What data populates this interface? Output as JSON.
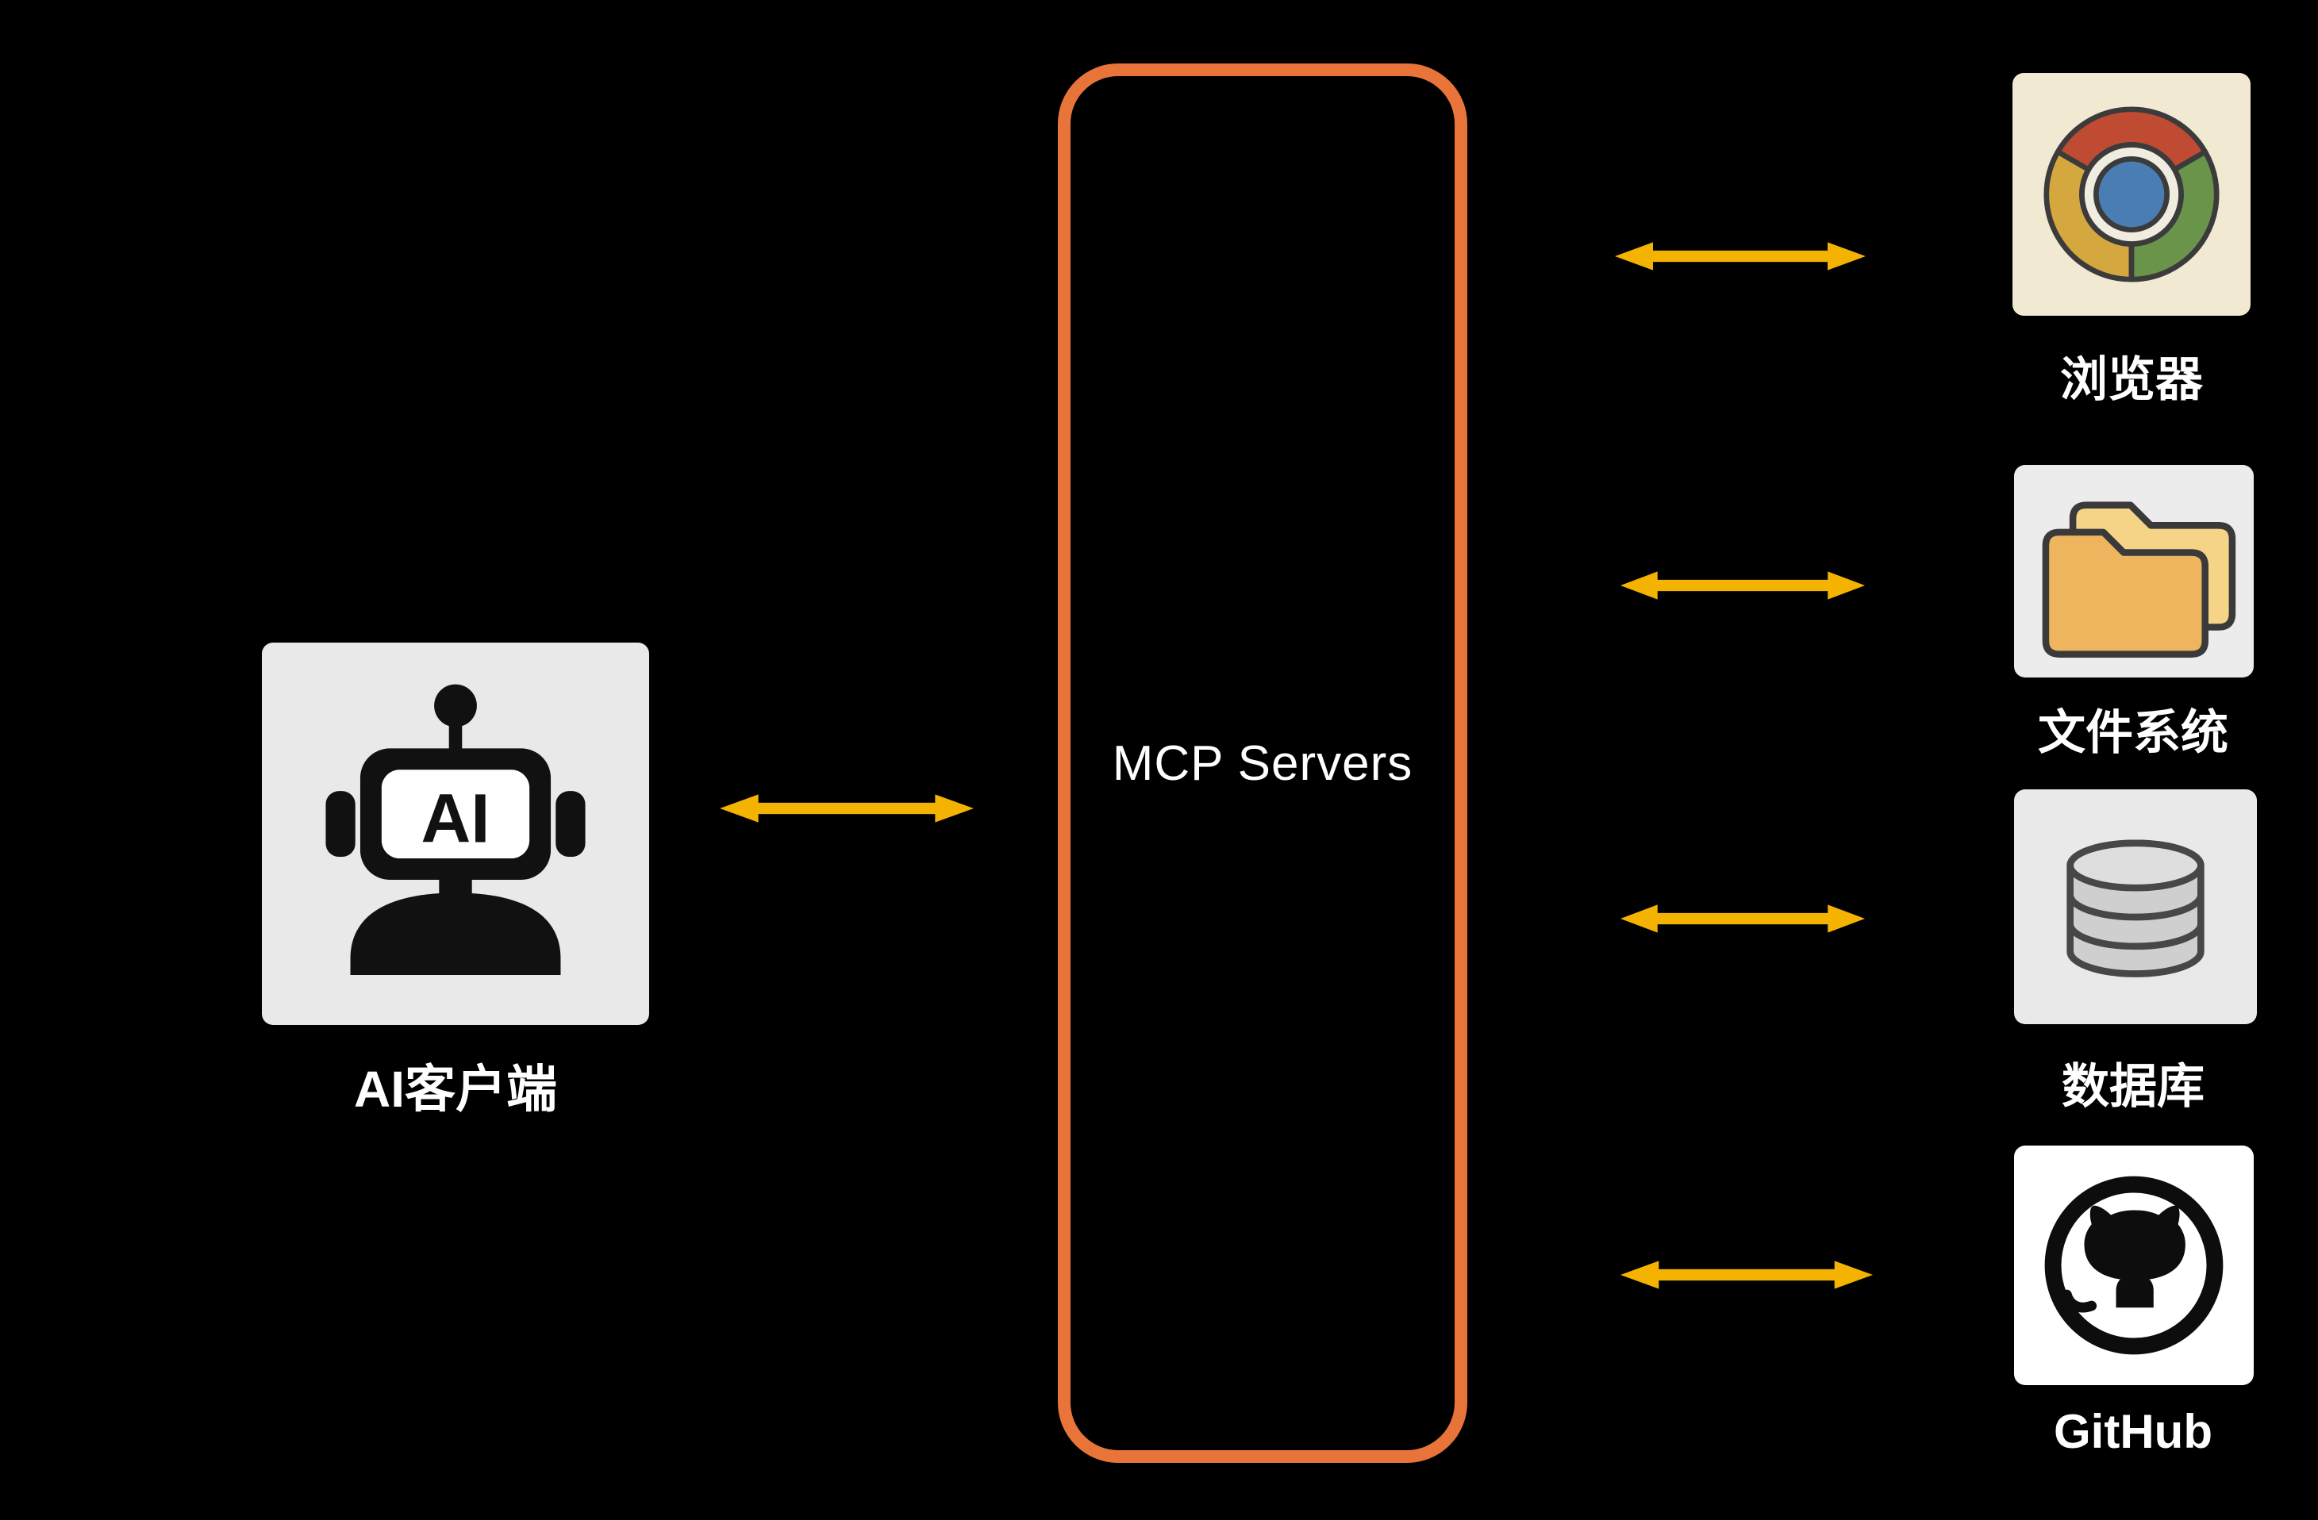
{
  "diagram": {
    "background_color": "#000000",
    "client": {
      "label": "AI客户端",
      "icon": "ai-robot-icon",
      "screen_text": "AI",
      "tile_color": "#E9E9E9"
    },
    "hub": {
      "label": "MCP Servers",
      "border_color": "#E8743A",
      "text_color": "#FFFFFF"
    },
    "servers": [
      {
        "label": "浏览器",
        "icon": "chrome-browser-icon",
        "tile_color": "#F2E9D2"
      },
      {
        "label": "文件系统",
        "icon": "folder-icon",
        "tile_color": "#ECECEC"
      },
      {
        "label": "数据库",
        "icon": "database-icon",
        "tile_color": "#E9E9E9"
      },
      {
        "label": "GitHub",
        "icon": "github-icon",
        "tile_color": "#FFFFFF"
      }
    ],
    "arrows": {
      "color": "#F5B301",
      "style": "double-headed",
      "connections": [
        "AI客户端 ↔ MCP Servers",
        "MCP Servers ↔ 浏览器",
        "MCP Servers ↔ 文件系统",
        "MCP Servers ↔ 数据库",
        "MCP Servers ↔ GitHub"
      ]
    }
  }
}
